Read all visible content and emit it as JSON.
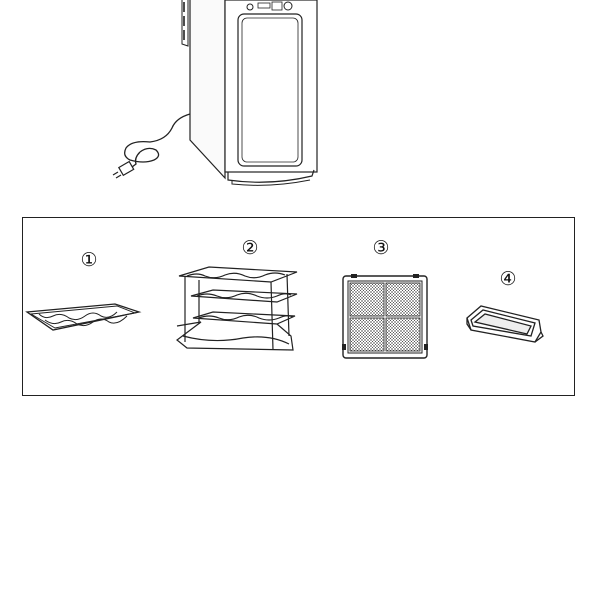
{
  "accessories": {
    "items": [
      {
        "number": "①",
        "icon": "wire-shelf"
      },
      {
        "number": "②",
        "icon": "bottle-rack-stack"
      },
      {
        "number": "③",
        "icon": "filter-grille"
      },
      {
        "number": "④",
        "icon": "handle"
      }
    ]
  },
  "appliance": {
    "icon": "wine-cooler-with-power-cord"
  },
  "colors": {
    "line": "#222222",
    "background": "#ffffff",
    "shade": "#d9d9d9"
  }
}
